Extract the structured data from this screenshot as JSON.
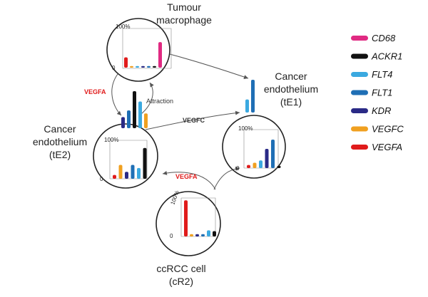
{
  "colors": {
    "CD68": "#e02a82",
    "ACKR1": "#111111",
    "FLT4": "#3ba9e0",
    "FLT1": "#1f6fb5",
    "KDR": "#2a2a86",
    "VEGFC": "#f0a020",
    "VEGFA": "#e01b1b",
    "outline": "#222222",
    "edge": "#555555",
    "ligand_red": "#e01b1b",
    "ligand_dark": "#333333"
  },
  "legend": [
    {
      "name": "CD68",
      "color_key": "CD68"
    },
    {
      "name": "ACKR1",
      "color_key": "ACKR1"
    },
    {
      "name": "FLT4",
      "color_key": "FLT4"
    },
    {
      "name": "FLT1",
      "color_key": "FLT1"
    },
    {
      "name": "KDR",
      "color_key": "KDR"
    },
    {
      "name": "VEGFC",
      "color_key": "VEGFC"
    },
    {
      "name": "VEGFA",
      "color_key": "VEGFA"
    }
  ],
  "nodes": {
    "macrophage": {
      "line1": "Tumour",
      "line2": "macrophage"
    },
    "te1": {
      "line1": "Cancer",
      "line2": "endothelium",
      "line3": "(tE1)"
    },
    "te2": {
      "line1": "Cancer",
      "line2": "endothelium",
      "line3": "(tE2)"
    },
    "cr2": {
      "line1": "ccRCC cell",
      "line2": "(cR2)"
    }
  },
  "edges": {
    "vegfa_top": "VEGFA",
    "attraction": "Attraction",
    "vegfc": "VEGFC",
    "vegfa_bottom": "VEGFA"
  },
  "axis": {
    "top": "100%",
    "bottom": "0"
  },
  "chart_data": [
    {
      "type": "bar",
      "panel": "macrophage",
      "categories": [
        "VEGFA",
        "VEGFC",
        "FLT4",
        "KDR",
        "FLT1",
        "ACKR1",
        "CD68"
      ],
      "values": [
        26,
        4,
        4,
        4,
        4,
        4,
        64
      ],
      "ylim": [
        0,
        100
      ]
    },
    {
      "type": "bar",
      "panel": "te1",
      "categories": [
        "VEGFA",
        "VEGFC",
        "FLT4",
        "KDR",
        "FLT1",
        "ACKR1"
      ],
      "values": [
        8,
        14,
        20,
        50,
        74,
        6
      ],
      "ylim": [
        0,
        100
      ]
    },
    {
      "type": "bar",
      "panel": "te2",
      "categories": [
        "VEGFA",
        "VEGFC",
        "KDR",
        "FLT1",
        "FLT4",
        "ACKR1"
      ],
      "values": [
        10,
        36,
        18,
        36,
        28,
        80
      ],
      "ylim": [
        0,
        100
      ]
    },
    {
      "type": "bar",
      "panel": "cr2",
      "categories": [
        "VEGFA",
        "VEGFC",
        "KDR",
        "FLT1",
        "FLT4",
        "ACKR1"
      ],
      "values": [
        94,
        6,
        6,
        6,
        16,
        14
      ],
      "ylim": [
        0,
        100
      ]
    },
    {
      "type": "bar",
      "panel": "te1_receptor_stack",
      "categories": [
        "FLT4",
        "FLT1"
      ],
      "values": [
        40,
        100
      ],
      "ylim": [
        0,
        100
      ]
    },
    {
      "type": "bar",
      "panel": "te2_receptor_stack",
      "categories": [
        "KDR",
        "FLT1",
        "ACKR1",
        "FLT4",
        "VEGFC"
      ],
      "values": [
        30,
        48,
        100,
        72,
        40
      ],
      "ylim": [
        0,
        100
      ]
    }
  ]
}
